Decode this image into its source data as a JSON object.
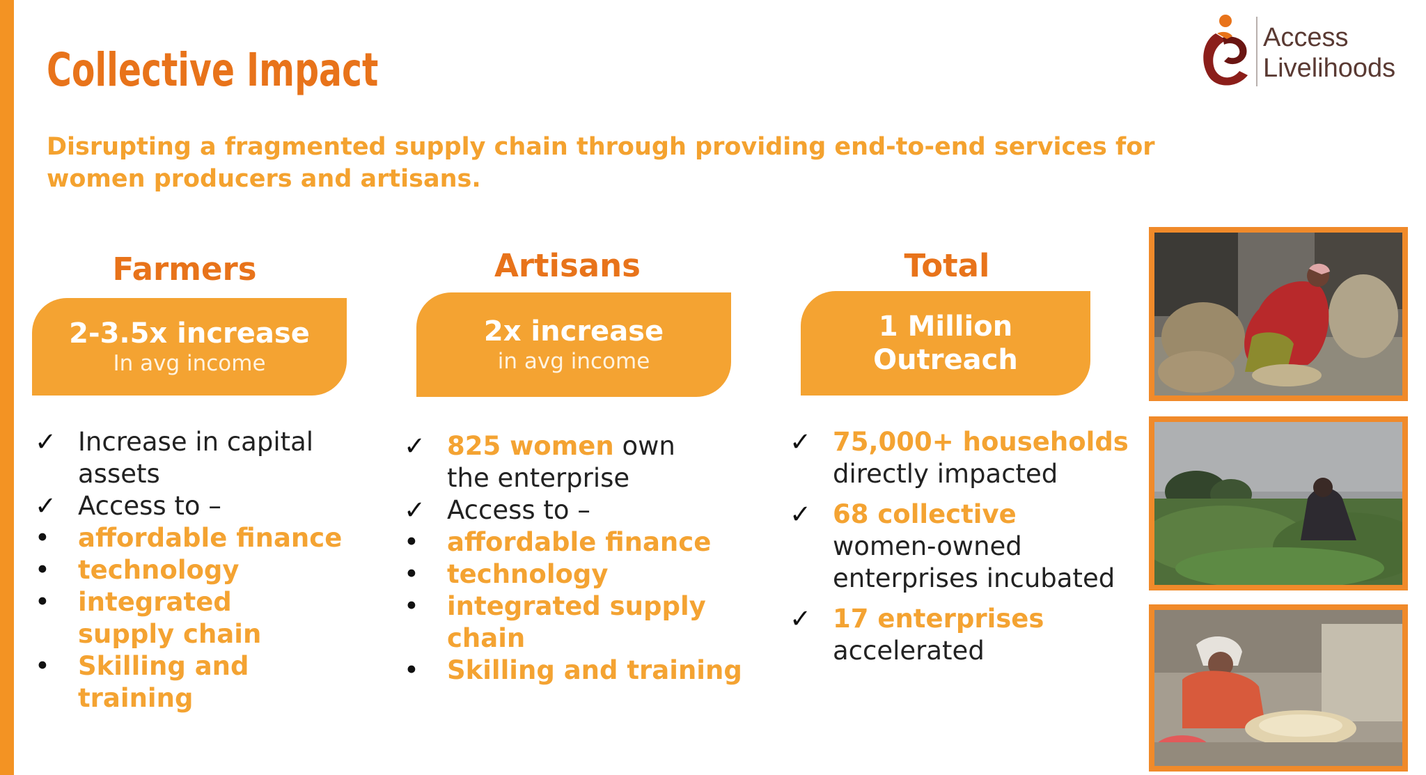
{
  "title": "Collective Impact",
  "subtitle": "Disrupting a fragmented supply chain through providing end-to-end services for women producers and artisans.",
  "logo": {
    "line1": "Access",
    "line2": "Livelihoods"
  },
  "colors": {
    "accent": "#e8731a",
    "card": "#f4a332",
    "bar": "#f39323",
    "frame": "#f08a2a"
  },
  "check_glyph": "✓",
  "bullet_glyph": "•",
  "farmers": {
    "heading": "Farmers",
    "card_main": "2-3.5x increase",
    "card_sub": "In avg income",
    "items": [
      {
        "lead": "Increase in capital assets",
        "rest": ""
      },
      {
        "lead": "Access to –",
        "rest": ""
      }
    ],
    "bullets": [
      "affordable finance",
      "technology",
      "integrated supply chain",
      "Skilling and training"
    ]
  },
  "artisans": {
    "heading": "Artisans",
    "card_main": "2x increase",
    "card_sub": "in avg income",
    "items": [
      {
        "hl": "825 women",
        "rest": " own the enterprise"
      },
      {
        "hl": "",
        "rest": "Access to –"
      }
    ],
    "bullets": [
      "affordable finance",
      "technology",
      "integrated supply chain",
      "Skilling and training"
    ]
  },
  "total": {
    "heading": "Total",
    "card_line1": "1 Million",
    "card_line2": "Outreach",
    "items": [
      {
        "hl": "75,000+ households",
        "rest": "directly impacted"
      },
      {
        "hl": "68 collective",
        "rest": "women-owned enterprises incubated"
      },
      {
        "hl": "17 enterprises",
        "rest": "accelerated"
      }
    ]
  },
  "photos": [
    "woman-sorting-grain-photo",
    "woman-in-field-photo",
    "woman-sifting-flour-photo"
  ]
}
